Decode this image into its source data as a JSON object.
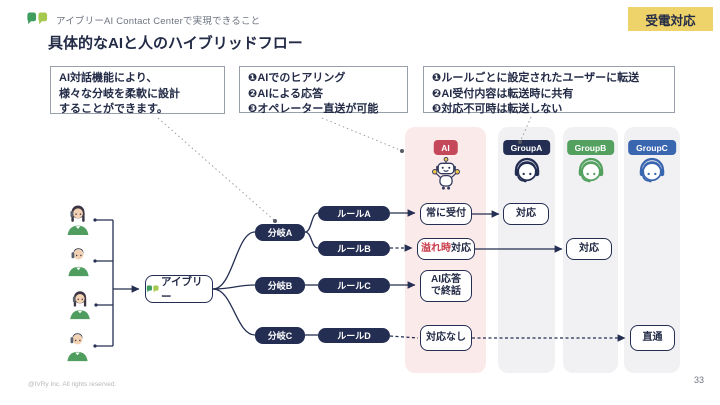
{
  "header": {
    "subtitle": "アイブリーAI Contact Centerで実現できること",
    "title": "具体的なAIと人のハイブリッドフロー",
    "badge": "受電対応"
  },
  "callouts": {
    "branch_design": {
      "line1": "AI対話機能により、",
      "line2": "様々な分岐を柔軟に設計",
      "line3": "することができます。"
    },
    "ai_capabilities": {
      "line1": "❶AIでのヒアリング",
      "line2": "❷AIによる応答",
      "line3": "❸オペレーター直送が可能"
    },
    "transfer_rules": {
      "line1": "❶ルールごとに設定されたユーザーに転送",
      "line2": "❷AI受付内容は転送時に共有",
      "line3": "❸対応不可時は転送しない"
    }
  },
  "columns": {
    "ai": {
      "label": "AI"
    },
    "group_a": {
      "label": "GroupA"
    },
    "group_b": {
      "label": "GroupB"
    },
    "group_c": {
      "label": "GroupC"
    }
  },
  "flow": {
    "entry": {
      "label": "アイブリー"
    },
    "branches": {
      "a": "分岐A",
      "b": "分岐B",
      "c": "分岐C"
    },
    "rules": {
      "a": "ルールA",
      "b": "ルールB",
      "c": "ルールC",
      "d": "ルールD"
    },
    "ai_nodes": {
      "always": "常に受付",
      "overflow_prefix": "溢れ時",
      "overflow_suffix": "対応",
      "end_line1": "AI応答",
      "end_line2": "で終話",
      "none": "対応なし"
    },
    "group_nodes": {
      "handle_a": "対応",
      "handle_b": "対応",
      "direct": "直通"
    }
  },
  "footer": {
    "copyright": "@IVRy Inc. All rights reserved.",
    "page": "33"
  },
  "colors": {
    "navy": "#242e52",
    "ai_red": "#c4485a",
    "overflow_red": "#c93a4a",
    "badge_yellow": "#eed26a",
    "group_green": "#53a05f",
    "group_blue": "#3a66b0",
    "logo_green_dark": "#3f9d5f",
    "logo_green_light": "#a4c94e",
    "ai_column_bg": "#fbeaea",
    "group_column_bg": "#f1f1f4"
  }
}
